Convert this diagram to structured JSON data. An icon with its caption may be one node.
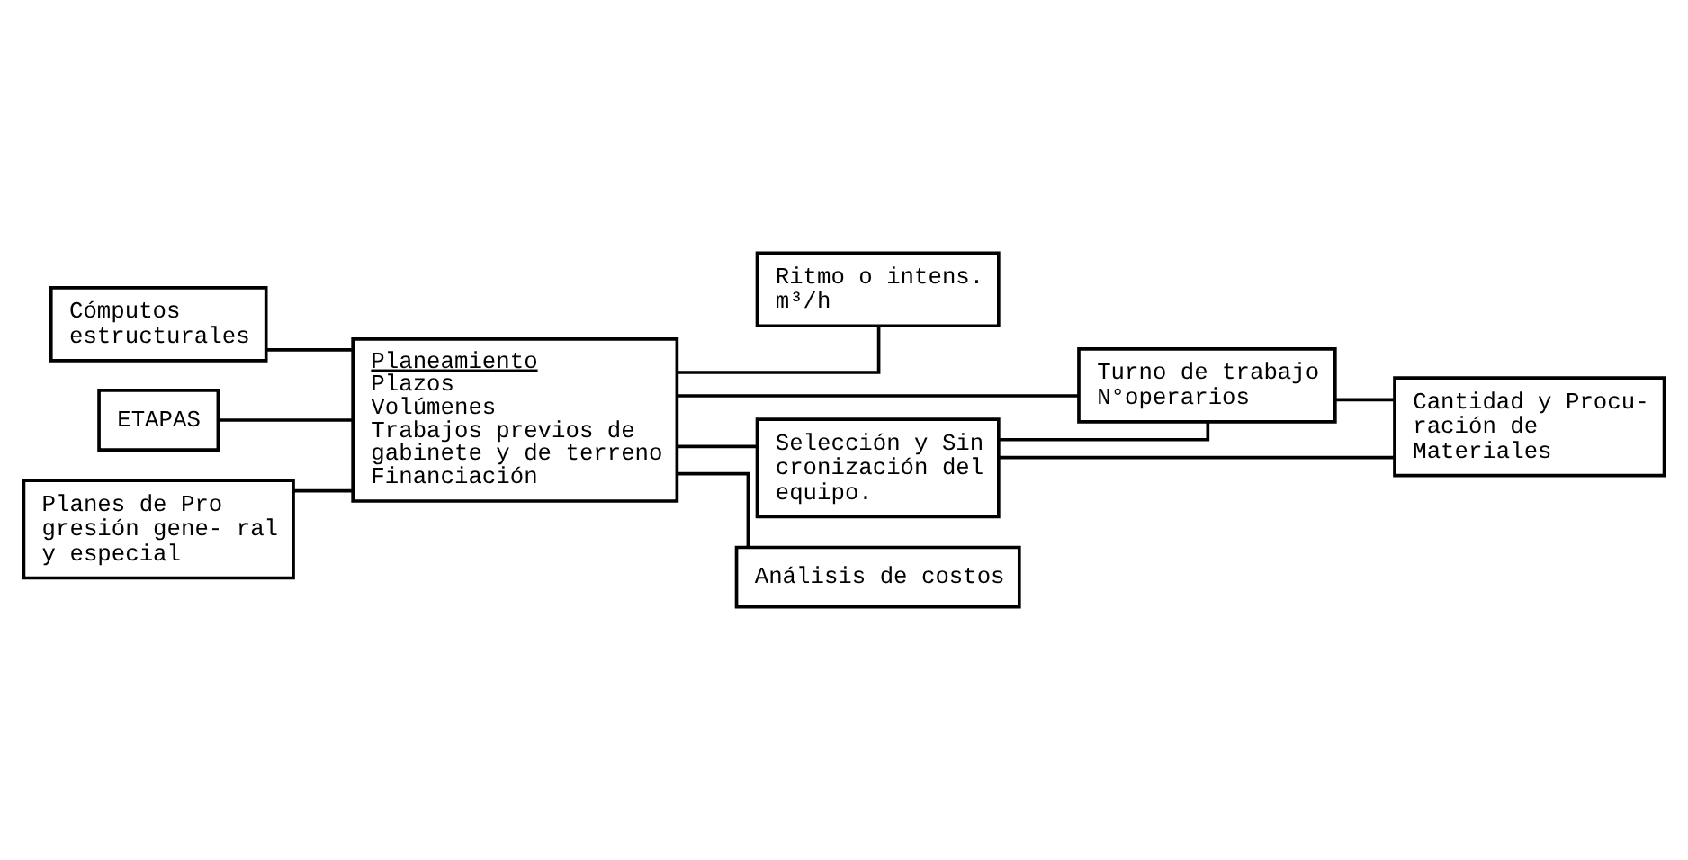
{
  "diagram": {
    "nodes": [
      {
        "text": [
          "Cómputos estructurales"
        ]
      },
      {
        "text": [
          "ETAPAS"
        ]
      },
      {
        "text": [
          "Planes de Pro gresión gene- ral y especial"
        ]
      },
      {
        "text": [
          "Planeamiento",
          "Plazos",
          "Volúmenes",
          "Trabajos previos de gabinete y de terreno",
          "Financiación"
        ]
      },
      {
        "text": [
          "Ritmo o intens. m³/h"
        ]
      },
      {
        "text": [
          "Selección y Sin cronización del equipo."
        ]
      },
      {
        "text": [
          "Turno de trabajo N°operarios"
        ]
      },
      {
        "text": [
          "Cantidad y Procu- ración de Materiales"
        ]
      },
      {
        "text": [
          "Análisis de costos"
        ]
      }
    ],
    "edges": [
      {
        "from": 0,
        "to": 3,
        "arrow": "none"
      },
      {
        "from": 1,
        "to": 3,
        "arrow": "none"
      },
      {
        "from": 2,
        "to": 3,
        "arrow": "none"
      },
      {
        "from": 3,
        "to": 4,
        "arrow": "none"
      },
      {
        "from": 3,
        "to": 5,
        "arrow": "none"
      },
      {
        "from": 3,
        "to": 6,
        "arrow": "none"
      },
      {
        "from": 5,
        "to": 6,
        "arrow": "none"
      },
      {
        "from": 5,
        "to": 7,
        "arrow": "none"
      },
      {
        "from": 6,
        "to": 7,
        "arrow": "none"
      },
      {
        "from": 3,
        "to": 8,
        "arrow": "none"
      }
    ]
  }
}
